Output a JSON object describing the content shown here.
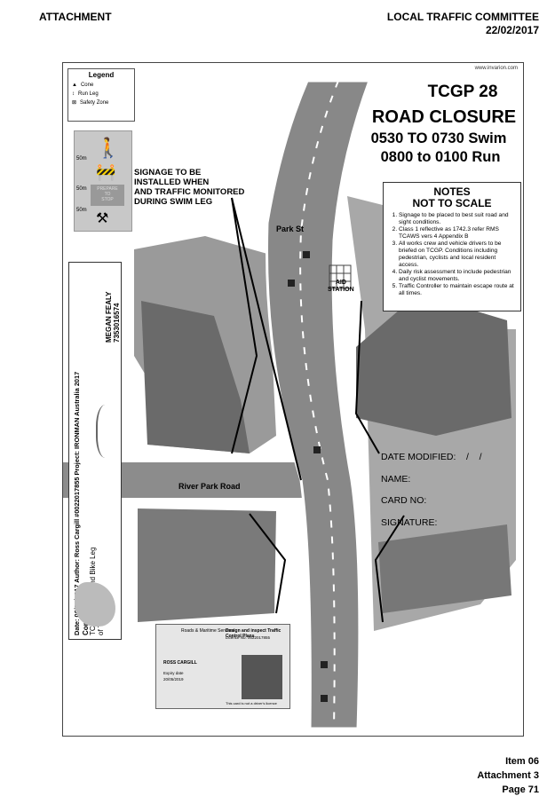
{
  "page": {
    "attachment_header": "ATTACHMENT",
    "committee": "LOCAL TRAFFIC COMMITTEE",
    "date": "22/02/2017",
    "footer_item": "Item 06",
    "footer_attachment": "Attachment 3",
    "footer_page": "Page 71"
  },
  "plan": {
    "website": "www.invarion.com",
    "plan_id": "TCGP 28",
    "closure": "ROAD CLOSURE",
    "swim_time": "0530 TO 0730 Swim",
    "run_time": "0800 to 0100 Run",
    "streets": {
      "park": "Park St",
      "river": "River Park Road"
    },
    "aid_station": "AID\nSTATION",
    "signage_note": "SIGNAGE TO BE\nINSTALLED WHEN\nAND TRAFFIC MONITORED\nDURING SWIM LEG",
    "distances": [
      "50m",
      "50m",
      "50m"
    ],
    "prepare_sign": "PREPARE\nTO\nSTOP",
    "legend": {
      "title": "Legend",
      "items": [
        "Cone",
        "Run Leg",
        "Safety Zone"
      ]
    },
    "notes": {
      "title": "NOTES",
      "subtitle": "NOT TO SCALE",
      "items": [
        "Signage to be placed to best suit road and sight conditions.",
        "Class 1 reflective as 1742.3 refer RMS TCAWS vers 4 Appendix B",
        "All works crew and vehicle drivers to be briefed on TCGP. Conditions including pedestrian, cyclists and local resident access.",
        "Daily risk assessment to include pedestrian and cyclist movements.",
        "Traffic Controller to maintain escape route at all times."
      ]
    },
    "form": {
      "date_modified": "DATE MODIFIED:    /    /",
      "name": "NAME:",
      "card_no": "CARD NO:",
      "signature": "SIGNATURE:"
    },
    "title_block": {
      "line1": "Date: 06/02/2017 Author: Ross Cargill #0022017855 Project: IRONMAN Australia 2017",
      "comments_label": "Comments:",
      "comments_1": "TCGP for Run and Bike Leg",
      "comments_2": "of Triathlon",
      "person": "MEGAN FEALY",
      "number": "7353016574"
    },
    "id_card": {
      "org": "Roads & Maritime Services",
      "title": "Design and inspect Traffic Control Plans",
      "licence": "Licence No: 0022017855",
      "holder": "ROSS CARGILL",
      "expiry_label": "Expiry date",
      "expiry": "20/05/2019",
      "footer": "This card is not a driver's licence"
    }
  }
}
